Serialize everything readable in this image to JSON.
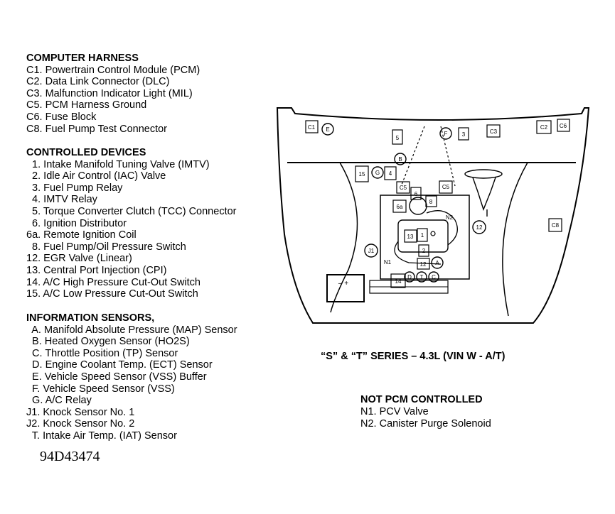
{
  "computer_harness": {
    "heading": "COMPUTER HARNESS",
    "items": [
      "C1. Powertrain Control Module (PCM)",
      "C2. Data Link Connector (DLC)",
      "C3. Malfunction Indicator Light (MIL)",
      "C5. PCM Harness Ground",
      "C6. Fuse Block",
      "C8. Fuel Pump Test Connector"
    ]
  },
  "controlled_devices": {
    "heading": "CONTROLLED DEVICES",
    "items": [
      "  1. Intake Manifold Tuning Valve (IMTV)",
      "  2. Idle Air Control (IAC) Valve",
      "  3. Fuel Pump Relay",
      "  4. IMTV Relay",
      "  5. Torque Converter Clutch (TCC) Connector",
      "  6. Ignition Distributor",
      "6a. Remote Ignition Coil",
      "  8. Fuel Pump/Oil Pressure Switch",
      "12. EGR Valve (Linear)",
      "13. Central Port Injection (CPI)",
      "14. A/C High Pressure Cut-Out Switch",
      "15. A/C Low Pressure Cut-Out Switch"
    ]
  },
  "information_sensors": {
    "heading": "INFORMATION SENSORS,",
    "items": [
      "  A. Manifold Absolute Pressure (MAP) Sensor",
      "  B. Heated Oxygen Sensor (HO2S)",
      "  C. Throttle Position (TP) Sensor",
      "  D. Engine Coolant Temp. (ECT) Sensor",
      "  E. Vehicle Speed Sensor (VSS) Buffer",
      "  F. Vehicle Speed Sensor (VSS)",
      "  G. A/C Relay",
      "J1. Knock Sensor No. 1",
      "J2. Knock Sensor No. 2",
      "  T. Intake Air Temp. (IAT) Sensor"
    ]
  },
  "figure_code": "94D43474",
  "series_caption": "“S” & “T” SERIES  –  4.3L (VIN W - A/T)",
  "not_pcm_controlled": {
    "heading": "NOT PCM CONTROLLED",
    "items": [
      "N1. PCV Valve",
      "N2. Canister Purge Solenoid"
    ]
  },
  "diagram_labels": {
    "c1": "C1",
    "e": "E",
    "five": "5",
    "f": "F",
    "three": "3",
    "c3": "C3",
    "c2": "C2",
    "c6": "C6",
    "b": "B",
    "fifteen": "15",
    "g": "G",
    "four": "4",
    "c5a": "C5",
    "c5b": "C5",
    "six": "6",
    "sixa": "6a",
    "eight": "8",
    "n2": "N2",
    "twelve_c": "12",
    "c8": "C8",
    "thirteen": "13",
    "one": "1",
    "two": "2",
    "j1": "J1",
    "n1": "N1",
    "twelve_b": "12",
    "a": "A",
    "d": "D",
    "t": "T",
    "c": "C",
    "fourteen": "14",
    "battery": "– +"
  }
}
